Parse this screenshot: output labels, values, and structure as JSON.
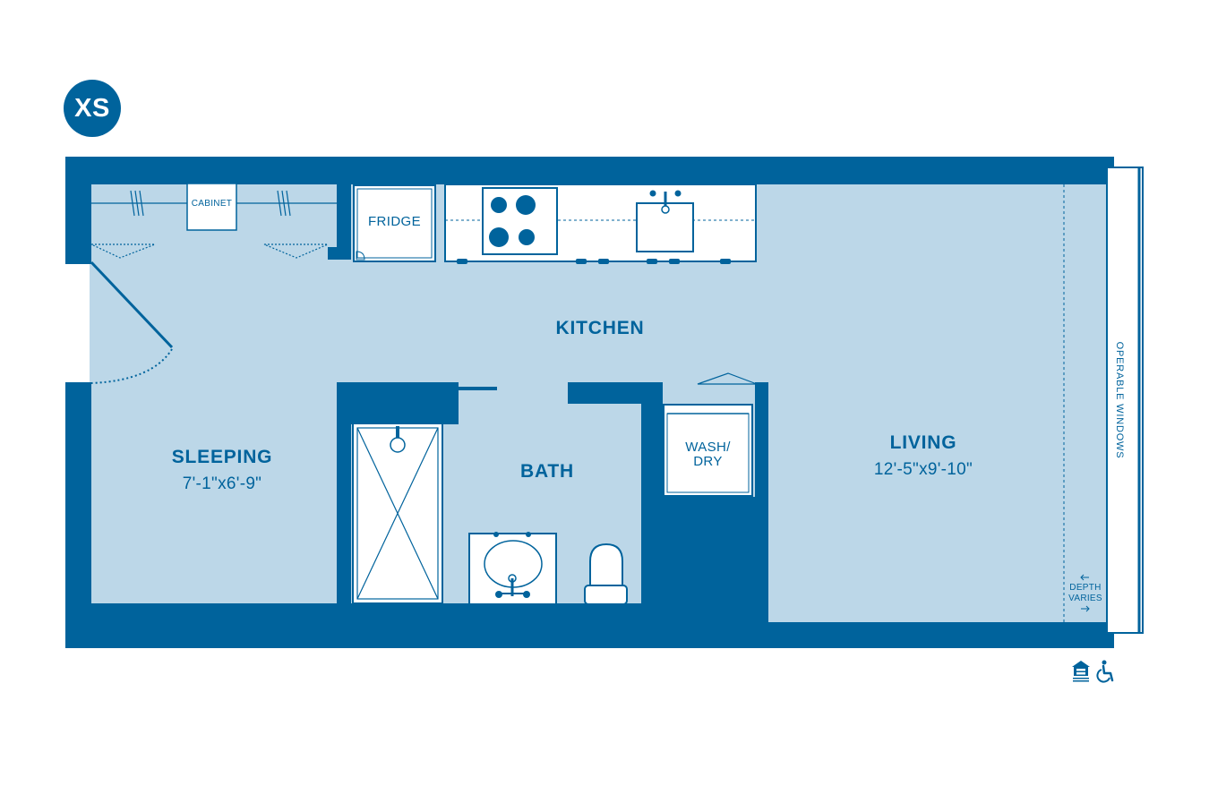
{
  "unit_badge": "XS",
  "rooms": {
    "kitchen": {
      "name": "KITCHEN"
    },
    "sleeping": {
      "name": "SLEEPING",
      "dimensions": "7'-1\"x6'-9\""
    },
    "bath": {
      "name": "BATH"
    },
    "living": {
      "name": "LIVING",
      "dimensions": "12'-5\"x9'-10\""
    }
  },
  "fixtures": {
    "cabinet": "CABINET",
    "fridge": "FRIDGE",
    "wash_dry_line1": "WASH/",
    "wash_dry_line2": "DRY"
  },
  "notes": {
    "operable_windows": "OPERABLE WINDOWS",
    "depth_varies_line1": "DEPTH",
    "depth_varies_line2": "VARIES"
  },
  "icons": [
    "equal-housing-opportunity-icon",
    "wheelchair-accessible-icon"
  ],
  "colors": {
    "wall": "#00639c",
    "floor": "#bcd7e8",
    "fixture": "#ffffff"
  }
}
